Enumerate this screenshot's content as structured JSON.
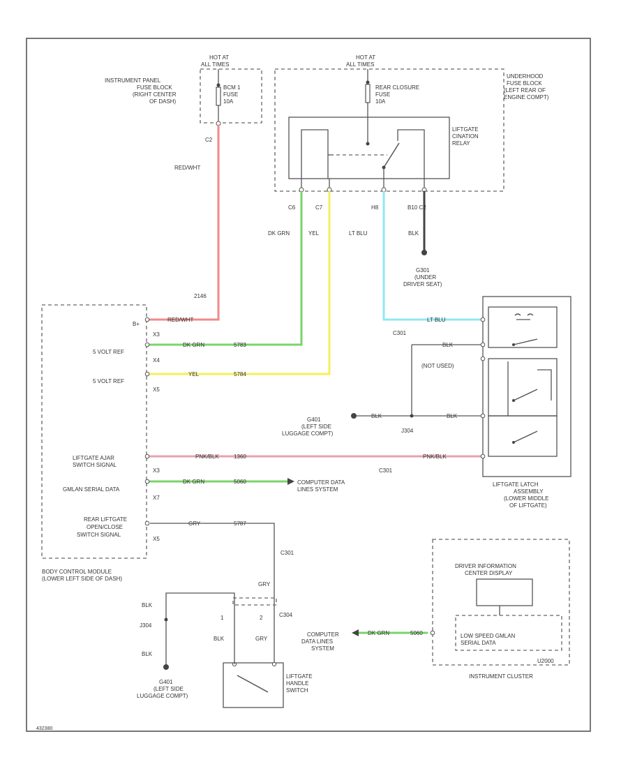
{
  "colors": {
    "red_wht": "#f08a8a",
    "dk_grn": "#7bd36b",
    "yel": "#f5ef5a",
    "lt_blu": "#8ee8f5",
    "blk": "#444444",
    "pnk_blk": "#e8a0b0"
  },
  "labels": {
    "hot_at_all_times_1": "HOT AT",
    "hot_at_all_times_1b": "ALL TIMES",
    "ipfb_1": "INSTRUMENT PANEL",
    "ipfb_2": "FUSE BLOCK",
    "ipfb_3": "(RIGHT CENTER",
    "ipfb_4": "OF DASH)",
    "bcm1_fuse_1": "BCM 1",
    "bcm1_fuse_2": "FUSE",
    "bcm1_fuse_3": "10A",
    "c2_label": "C2",
    "red_wht_1": "RED/WHT",
    "hot_at_all_times_2": "HOT AT",
    "hot_at_all_times_2b": "ALL TIMES",
    "rear_closure_1": "REAR CLOSURE",
    "rear_closure_2": "FUSE",
    "rear_closure_3": "10A",
    "uhfb_1": "UNDERHOOD",
    "uhfb_2": "FUSE BLOCK",
    "uhfb_3": "(LEFT REAR OF",
    "uhfb_4": "ENGINE COMPT)",
    "relay_1": "LIFTGATE",
    "relay_2": "CINATION",
    "relay_3": "RELAY",
    "pin_c6": "C6",
    "pin_c7": "C7",
    "pin_h8": "H8",
    "pin_b10": "B10 C2",
    "dk_grn_lbl": "DK GRN",
    "yel_lbl": "YEL",
    "lt_blu_lbl": "LT BLU",
    "blk_lbl": "BLK",
    "g301_1": "G301",
    "g301_2": "(UNDER",
    "g301_3": "DRIVER SEAT)",
    "bcm_pin_2146": "2146",
    "bcm_b_plus": "B+",
    "bcm_x3a": "X3",
    "bcm_5v_ref_1": "5 VOLT REF",
    "bcm_x4": "X4",
    "bcm_5v_ref_2": "5 VOLT REF",
    "bcm_x5": "X5",
    "bcm_liftgate_ajar_1": "LIFTGATE AJAR",
    "bcm_liftgate_ajar_2": "SWITCH SIGNAL",
    "bcm_x3b": "X3",
    "bcm_gmlan": "GMLAN SERIAL DATA",
    "bcm_x7": "X7",
    "bcm_rear_lg_1": "REAR LIFTGATE",
    "bcm_rear_lg_2": "OPEN/CLOSE",
    "bcm_rear_lg_3": "SWITCH SIGNAL",
    "bcm_x5b": "X5",
    "bcm_name_1": "BODY CONTROL MODULE",
    "bcm_name_2": "(LOWER LEFT SIDE OF DASH)",
    "red_wht_2": "RED/WHT",
    "dk_grn_2": "DK GRN",
    "num_5783": "5783",
    "yel_2": "YEL",
    "num_5784": "5784",
    "pnk_blk": "PNK/BLK",
    "num_1360": "1360",
    "dk_grn_3": "DK GRN",
    "num_5060": "5060",
    "comp_data_1": "COMPUTER DATA",
    "comp_data_2": "LINES SYSTEM",
    "gry_1": "GRY",
    "num_5787": "5787",
    "c301_a": "C301",
    "c301_b": "C301",
    "c301_c": "C301",
    "lt_blu_2": "LT BLU",
    "blk_2": "BLK",
    "not_used": "(NOT USED)",
    "blk_3": "BLK",
    "blk_4": "BLK",
    "g401_1": "G401",
    "g401_2": "(LEFT SIDE",
    "g401_3": "LUGGAGE COMPT)",
    "j304_a": "J304",
    "pnk_blk_2": "PNK/BLK",
    "latch_1": "LIFTGATE LATCH",
    "latch_2": "ASSEMBLY",
    "latch_3": "(LOWER MIDDLE",
    "latch_4": "OF LIFTGATE)",
    "gry_2": "GRY",
    "blk_5": "BLK",
    "j304_b": "J304",
    "blk_6": "BLK",
    "g401b_1": "G401",
    "g401b_2": "(LEFT SIDE",
    "g401b_3": "LUGGAGE COMPT)",
    "pin_1": "1",
    "pin_2": "2",
    "blk_7": "BLK",
    "gry_3": "GRY",
    "c304": "C304",
    "handle_1": "LIFTGATE",
    "handle_2": "HANDLE",
    "handle_3": "SWITCH",
    "comp_data_3": "COMPUTER",
    "comp_data_4": "DATA LINES",
    "comp_data_5": "SYSTEM",
    "dk_grn_4": "DK GRN",
    "num_5060b": "5060",
    "dic_1": "DRIVER INFORMATION",
    "dic_2": "CENTER DISPLAY",
    "lsg_1": "LOW SPEED GMLAN",
    "lsg_2": "SERIAL DATA",
    "u2000": "U2000",
    "ic": "INSTRUMENT CLUSTER",
    "fig_id": "432380"
  }
}
